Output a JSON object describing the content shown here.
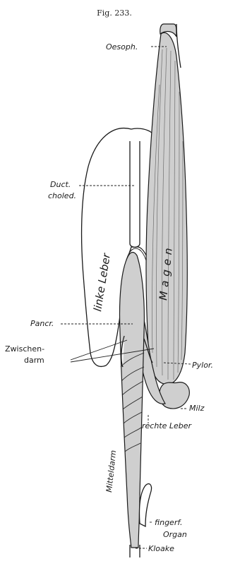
{
  "figure": {
    "caption": "Fig. 233."
  },
  "labels": {
    "oesophagus": "Oesoph.",
    "ductus_choledochus_line1": "Duct.",
    "ductus_choledochus_line2": "choled.",
    "linke_leber": "linke Leber",
    "magen": "Magen",
    "pancreas": "Pancr.",
    "zwischendarm_line1": "Zwischen-",
    "zwischendarm_line2": "darm",
    "pylorus": "Pylor.",
    "milz": "Milz",
    "rechte_leber": "rechte Leber",
    "mitteldarm": "Mitteldarm",
    "fingerf_organ_line1": "fingerf.",
    "fingerf_organ_line2": "Organ",
    "kloake": "Kloake"
  },
  "colors": {
    "ink": "#1a1a1a",
    "organ_fill": "#cfcfcf",
    "background": "#ffffff"
  }
}
